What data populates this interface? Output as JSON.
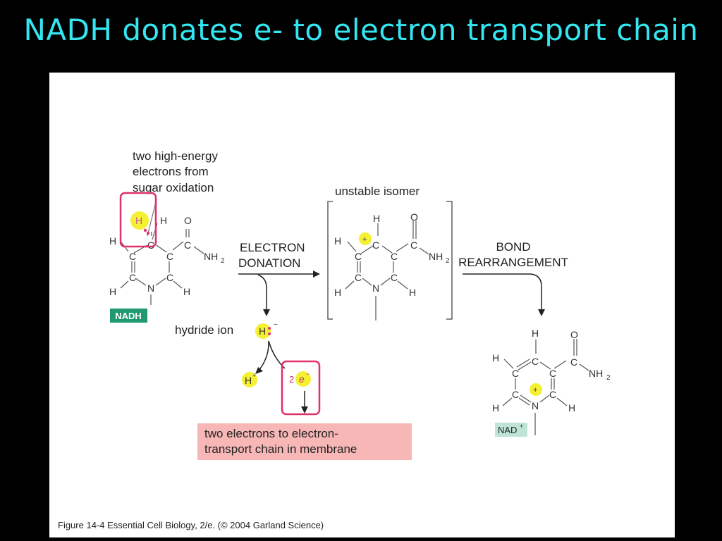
{
  "slide": {
    "title": "NADH donates e- to electron transport chain"
  },
  "figure": {
    "annotation_lines": [
      "two high-energy",
      "electrons from",
      "sugar oxidation"
    ],
    "isomer_label": "unstable isomer",
    "step1_lines": [
      "ELECTRON",
      "DONATION"
    ],
    "step2_lines": [
      "BOND",
      "REARRANGEMENT"
    ],
    "hydride_label": "hydride ion",
    "nadh_badge": "NADH",
    "nad_badge": "NAD",
    "nad_badge_sup": "+",
    "transport_lines": [
      "two electrons to electron-",
      "transport chain in membrane"
    ],
    "caption": "Figure 14-4  Essential Cell Biology, 2/e. (© 2004 Garland Science)",
    "two_label": "2",
    "e_symbol": "e",
    "e_sup": "−",
    "h_symbol": "H",
    "plus": "+",
    "minus": "−",
    "atoms": {
      "C": "C",
      "H": "H",
      "N": "N",
      "O": "O",
      "NH": "NH",
      "sub2": "2"
    }
  },
  "colors": {
    "title": "#33e6f2",
    "highlight": "#f5f032",
    "magenta": "#e0307a",
    "nadh_badge": "#1f9a6e",
    "nad_badge": "#bfe4d6",
    "transport_box": "#f8b7b7",
    "box_outline": "#e0306a"
  }
}
